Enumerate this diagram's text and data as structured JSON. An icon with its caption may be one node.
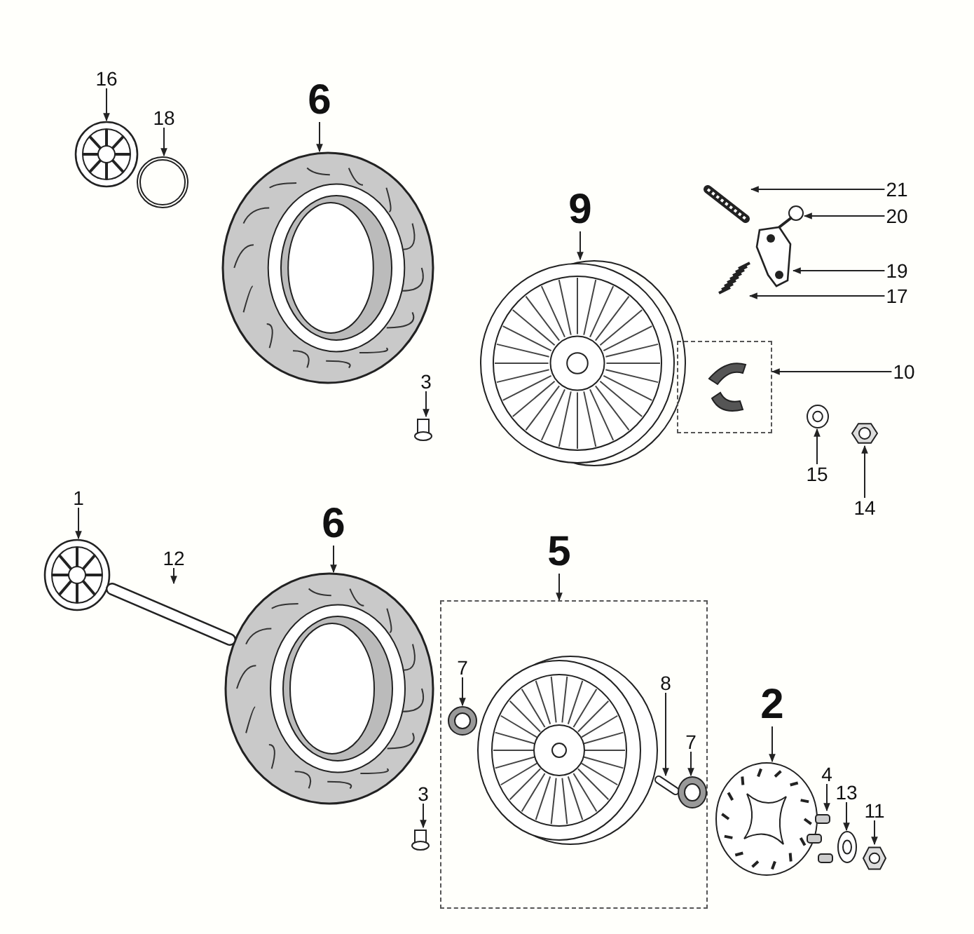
{
  "diagram": {
    "nodes": [
      {
        "text": [
          "16"
        ]
      },
      {
        "text": [],
        "shape": "picture"
      },
      {
        "text": [
          "18"
        ]
      },
      {
        "text": [],
        "shape": "picture"
      },
      {
        "text": [
          "6"
        ]
      },
      {
        "text": [],
        "shape": "picture"
      },
      {
        "text": [
          "9"
        ]
      },
      {
        "text": [],
        "shape": "picture"
      },
      {
        "text": [
          "21"
        ]
      },
      {
        "text": [],
        "shape": "picture"
      },
      {
        "text": [
          "20"
        ]
      },
      {
        "text": [],
        "shape": "picture"
      },
      {
        "text": [
          "19"
        ]
      },
      {
        "text": [],
        "shape": "picture"
      },
      {
        "text": [
          "17"
        ]
      },
      {
        "text": [],
        "shape": "picture"
      },
      {
        "text": [
          "10"
        ]
      },
      {
        "text": [],
        "shape": "box"
      },
      {
        "text": [
          "3"
        ]
      },
      {
        "text": [],
        "shape": "picture"
      },
      {
        "text": [
          "15"
        ]
      },
      {
        "text": [],
        "shape": "picture"
      },
      {
        "text": [
          "14"
        ]
      },
      {
        "text": [],
        "shape": "picture"
      },
      {
        "text": [
          "1"
        ]
      },
      {
        "text": [],
        "shape": "picture"
      },
      {
        "text": [
          "6"
        ]
      },
      {
        "text": [],
        "shape": "picture"
      },
      {
        "text": [
          "5"
        ]
      },
      {
        "text": [],
        "shape": "box"
      },
      {
        "text": [
          "12"
        ]
      },
      {
        "text": [],
        "shape": "picture"
      },
      {
        "text": [
          "7"
        ],
        "in": 29
      },
      {
        "text": [],
        "shape": "picture",
        "in": 29
      },
      {
        "text": [
          "8"
        ],
        "in": 29
      },
      {
        "text": [],
        "shape": "picture",
        "in": 29
      },
      {
        "text": [
          "7"
        ],
        "in": 29
      },
      {
        "text": [],
        "shape": "picture",
        "in": 29
      },
      {
        "text": [
          "2"
        ]
      },
      {
        "text": [],
        "shape": "picture"
      },
      {
        "text": [
          "4"
        ]
      },
      {
        "text": [],
        "shape": "picture"
      },
      {
        "text": [
          "13"
        ]
      },
      {
        "text": [],
        "shape": "picture"
      },
      {
        "text": [
          "11"
        ]
      },
      {
        "text": [],
        "shape": "picture"
      },
      {
        "text": [
          "3"
        ]
      },
      {
        "text": [],
        "shape": "picture"
      }
    ],
    "edges": [
      {
        "from": 0,
        "to": 1,
        "arrow": "to"
      },
      {
        "from": 2,
        "to": 3,
        "arrow": "to"
      },
      {
        "from": 4,
        "to": 5,
        "arrow": "to"
      },
      {
        "from": 6,
        "to": 7,
        "arrow": "to"
      },
      {
        "from": 8,
        "to": 9,
        "arrow": "to"
      },
      {
        "from": 10,
        "to": 11,
        "arrow": "to"
      },
      {
        "from": 12,
        "to": 13,
        "arrow": "to"
      },
      {
        "from": 14,
        "to": 15,
        "arrow": "to"
      },
      {
        "from": 16,
        "to": 17,
        "arrow": "to"
      },
      {
        "from": 18,
        "to": 19,
        "arrow": "to"
      },
      {
        "from": 20,
        "to": 21,
        "arrow": "to"
      },
      {
        "from": 22,
        "to": 23,
        "arrow": "to"
      },
      {
        "from": 24,
        "to": 25,
        "arrow": "to"
      },
      {
        "from": 26,
        "to": 27,
        "arrow": "to"
      },
      {
        "from": 28,
        "to": 29,
        "arrow": "to"
      },
      {
        "from": 30,
        "to": 31,
        "arrow": "to"
      },
      {
        "from": 32,
        "to": 33,
        "arrow": "to"
      },
      {
        "from": 34,
        "to": 35,
        "arrow": "to"
      },
      {
        "from": 36,
        "to": 37,
        "arrow": "to"
      },
      {
        "from": 38,
        "to": 39,
        "arrow": "to"
      },
      {
        "from": 40,
        "to": 41,
        "arrow": "to"
      },
      {
        "from": 42,
        "to": 43,
        "arrow": "to"
      },
      {
        "from": 44,
        "to": 45,
        "arrow": "to"
      },
      {
        "from": 46,
        "to": 47,
        "arrow": "to"
      }
    ]
  }
}
